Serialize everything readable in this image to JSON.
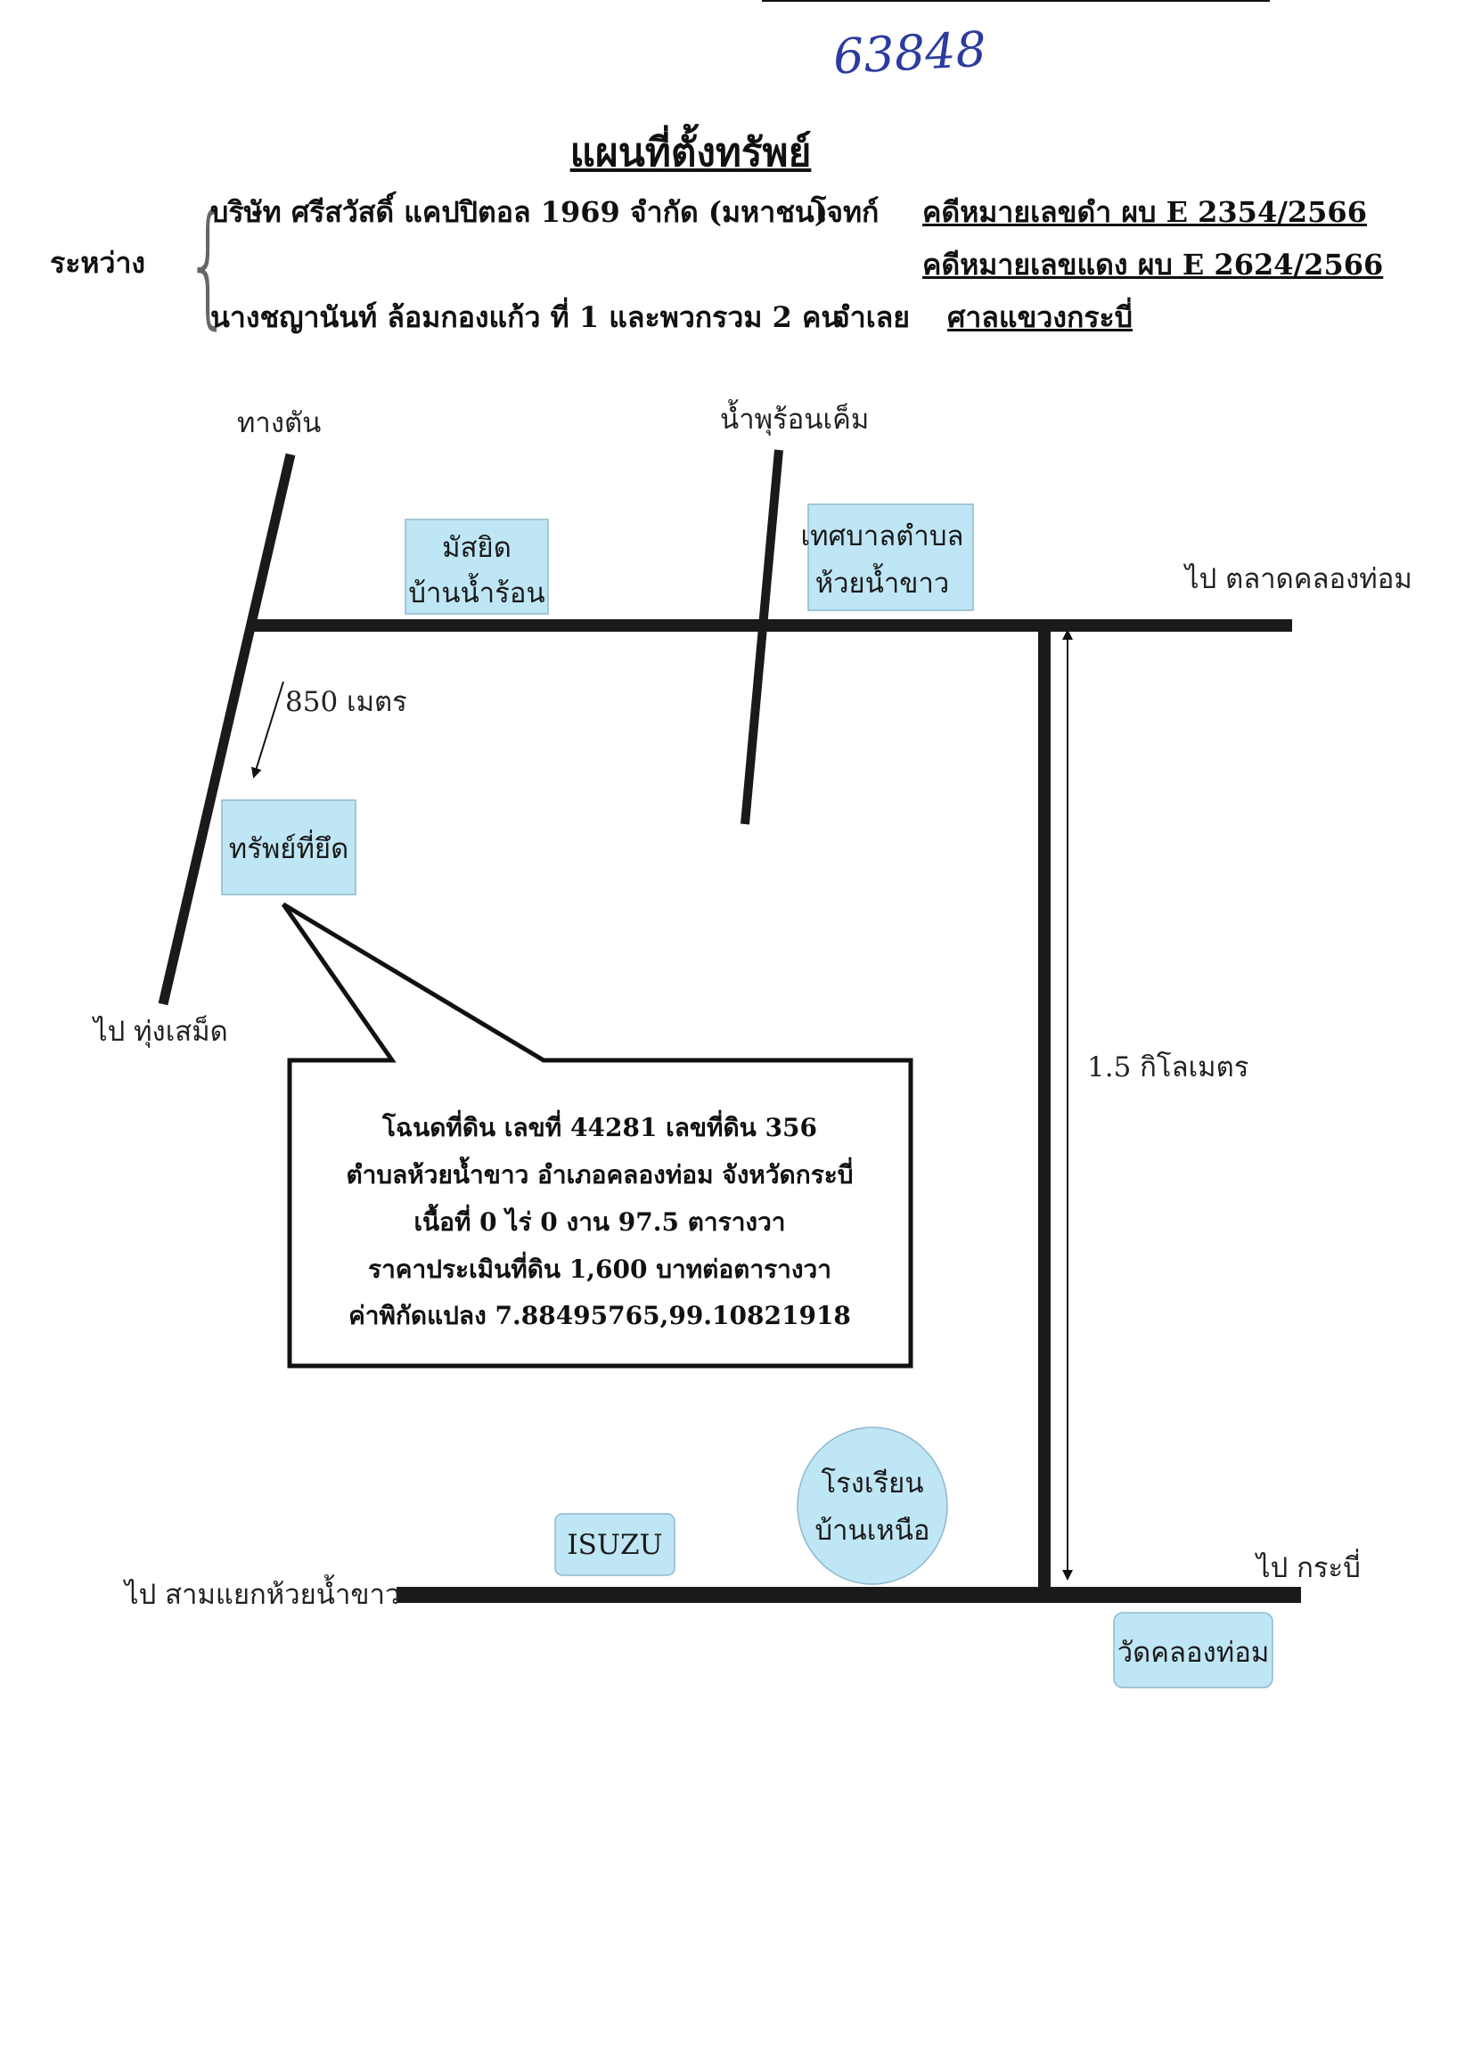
{
  "header": {
    "handwritten_number": "63848",
    "title": "แผนที่ตั้งทรัพย์",
    "between_label": "ระหว่าง",
    "plaintiff": "บริษัท ศรีสวัสดิ์ แคปปิตอล 1969 จำกัด (มหาชน)",
    "plaintiff_role": "โจทก์",
    "defendant": "นางชญานันท์ ล้อมกองแก้ว ที่ 1 และพวกรวม 2 คน",
    "defendant_role": "จำเลย",
    "black_case": "คดีหมายเลขดำ  ผบ E 2354/2566",
    "red_case": "คดีหมายเลขแดง ผบ E 2624/2566",
    "court": "ศาลแขวงกระบี่"
  },
  "map": {
    "labels": {
      "tang_tan": "ทางตัน",
      "hot_spring": "น้ำพุร้อนเค็ม",
      "to_talat": "ไป ตลาดคลองท่อม",
      "to_thung": "ไป ทุ่งเสม็ด",
      "to_samyaek": "ไป สามแยกห้วยน้ำขาว",
      "to_krabi": "ไป กระบี่",
      "dist_850": "850 เมตร",
      "dist_15km": "1.5 กิโลเมตร"
    },
    "landmarks": {
      "mosque": [
        "มัสยิด",
        "บ้านน้ำร้อน"
      ],
      "municipality": [
        "เทศบาลตำบล",
        "ห้วยน้ำขาว"
      ],
      "property": "ทรัพย์ที่ยึด",
      "isuzu": "ISUZU",
      "school": [
        "โรงเรียน",
        "บ้านเหนือ"
      ],
      "temple": "วัดคลองท่อม"
    },
    "callout": [
      "โฉนดที่ดิน เลขที่ 44281  เลขที่ดิน 356",
      "ตำบลห้วยน้ำขาว  อำเภอคลองท่อม จังหวัดกระบี่",
      "เนื้อที่ 0 ไร่ 0 งาน 97.5 ตารางวา",
      "ราคาประเมินที่ดิน 1,600 บาทต่อตารางวา",
      "ค่าพิกัดแปลง 7.88495765,99.10821918"
    ],
    "colors": {
      "landmark_fill": "#bfe6f5",
      "road": "#1a1a1a",
      "handwriting": "#2b3c9e"
    }
  }
}
